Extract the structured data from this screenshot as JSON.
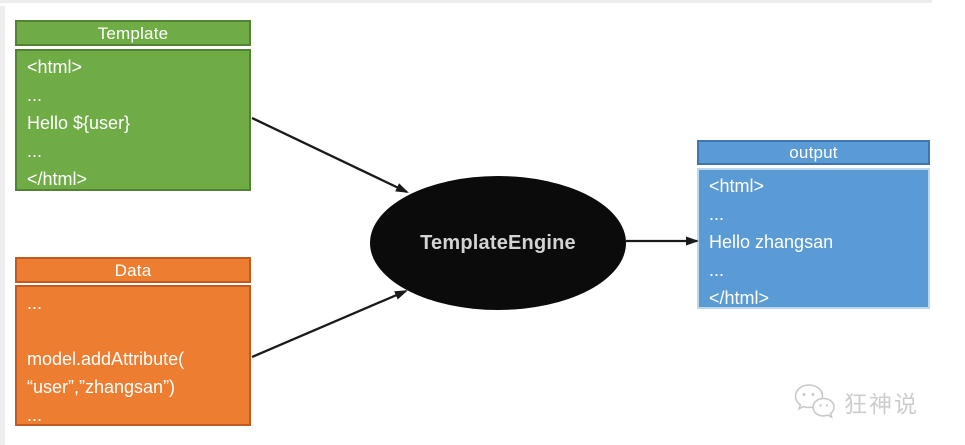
{
  "colors": {
    "green_fill": "#6FAC46",
    "green_border": "#548235",
    "orange_fill": "#EC7D31",
    "orange_border": "#C05A21",
    "blue_fill": "#5B9BD5",
    "blue_border_dark": "#4176AD",
    "blue_border_light": "#BDD7EE",
    "engine_fill": "#0B0B0B",
    "engine_text": "#D3D3D3",
    "arrow": "#1A1A1A",
    "watermark": "#CDCDCD"
  },
  "template_box": {
    "title": "Template",
    "lines": [
      "<html>",
      "...",
      "Hello ${user}",
      "...",
      "</html>"
    ]
  },
  "data_box": {
    "title": "Data",
    "lines": [
      "...",
      "",
      "model.addAttribute(",
      "“user”,”zhangsan”)",
      "..."
    ]
  },
  "engine": {
    "label": "TemplateEngine"
  },
  "output_box": {
    "title": "output",
    "lines": [
      "<html>",
      "...",
      "Hello zhangsan",
      "...",
      "</html>"
    ]
  },
  "watermark": {
    "label": "狂神说",
    "icon": "wechat-chat-bubbles-icon"
  }
}
